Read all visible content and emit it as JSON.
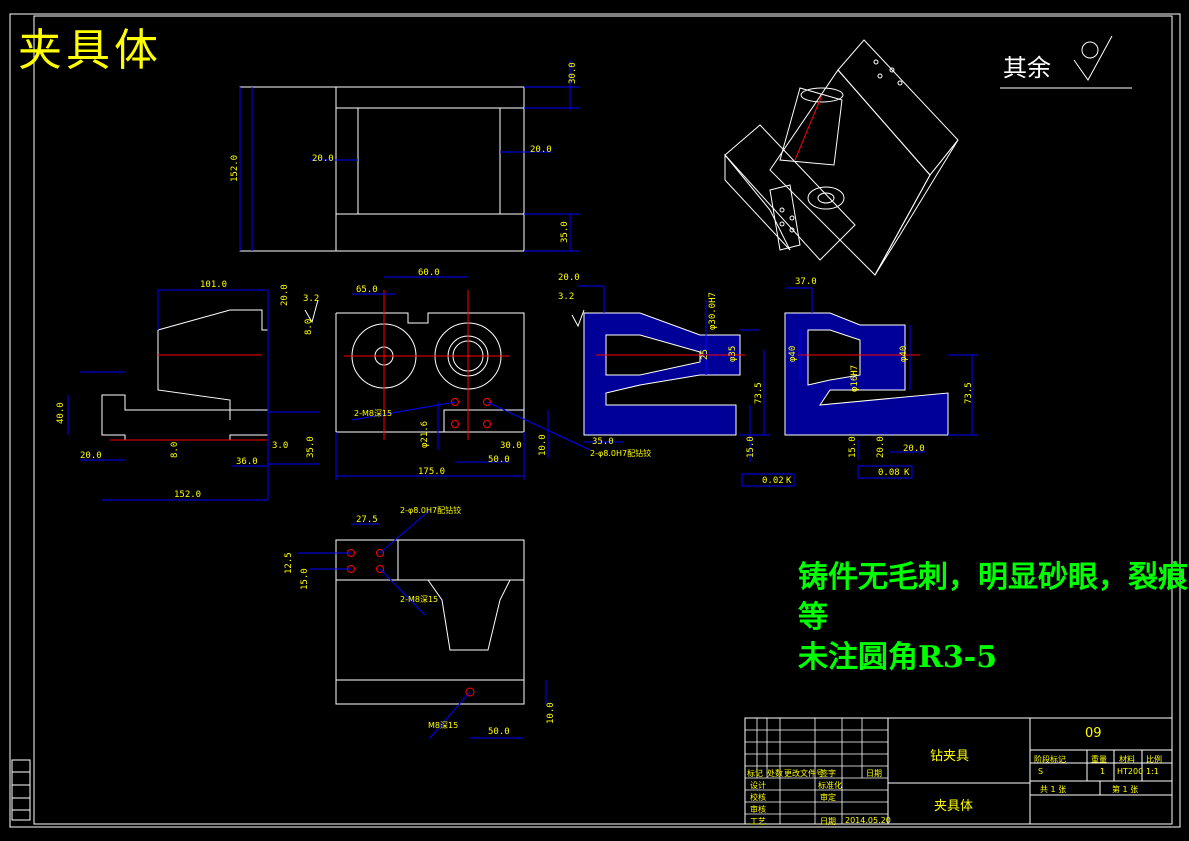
{
  "drawing": {
    "title": "夹具体",
    "roughness_note": "其余",
    "technical_notes": [
      "铸件无毛刺，明显砂眼，裂痕等",
      "未注圆角R3-5"
    ]
  },
  "dimensions": {
    "top_view": [
      "30.0",
      "20.0",
      "20.0",
      "152.0",
      "35.0"
    ],
    "front_view": [
      "101.0",
      "20.0",
      "40.0",
      "20.0",
      "8.0",
      "36.0",
      "3.0",
      "35.0",
      "152.0"
    ],
    "center_view": [
      "60.0",
      "65.0",
      "3.2",
      "8.0",
      "175.0",
      "2-M8深15",
      "φ21.6",
      "30.0",
      "50.0",
      "10.0",
      "2-φ8.0H7配钻铰"
    ],
    "section_a": [
      "20.0",
      "3.2",
      "φ30.0H7",
      "φ35",
      "25",
      "73.5",
      "35.0",
      "15.0",
      "0.02",
      "K"
    ],
    "section_b": [
      "37.0",
      "φ40",
      "φ40",
      "φ16H7",
      "73.5",
      "15.0",
      "20.0",
      "20.0",
      "0.08",
      "K"
    ],
    "bottom_view": [
      "27.5",
      "2-φ8.0H7配钻铰",
      "12.5",
      "15.0",
      "2-M8深15",
      "M8深15",
      "50.0",
      "10.0"
    ]
  },
  "title_block": {
    "drawing_no": "09",
    "assembly_name": "钻夹具",
    "part_name": "夹具体",
    "material": "HT200",
    "scale": "1:1",
    "mark": "S",
    "quantity": "1",
    "sheet_total": "共 1 张",
    "sheet_no": "第 1 张",
    "date": "2014.05.20",
    "header_labels": [
      "阶段标记",
      "重量",
      "材料",
      "比例"
    ],
    "row_labels": [
      "标记",
      "处数",
      "更改文件号",
      "签字",
      "日期",
      "设计",
      "标准化",
      "校核",
      "审定",
      "审核",
      "工艺",
      "日期"
    ]
  },
  "colors": {
    "outline": "#ffffff",
    "dimension": "#0000ff",
    "text": "#ffff00",
    "center_line": "#ff0000",
    "hatch": "#0000ff",
    "note": "#00ff00"
  }
}
